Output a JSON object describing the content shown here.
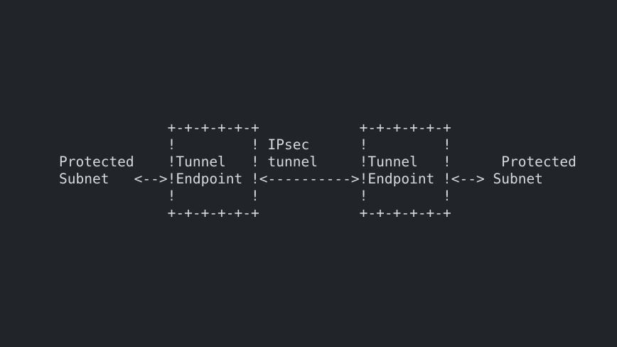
{
  "colors": {
    "background": "#212429",
    "text": "#d6d9de"
  },
  "diagram": {
    "type": "ascii-network-diagram",
    "lines": [
      "             +-+-+-+-+-+            +-+-+-+-+-+",
      "             !         ! IPsec      !         !",
      "Protected    !Tunnel   ! tunnel     !Tunnel   !      Protected",
      "Subnet   <-->!Endpoint !<---------->!Endpoint !<--> Subnet",
      "             !         !            !         !",
      "             +-+-+-+-+-+            +-+-+-+-+-+"
    ],
    "labels": {
      "left_subnet": "Protected Subnet",
      "left_endpoint": "Tunnel Endpoint",
      "tunnel": "IPsec tunnel",
      "right_endpoint": "Tunnel Endpoint",
      "right_subnet": "Protected Subnet"
    }
  }
}
